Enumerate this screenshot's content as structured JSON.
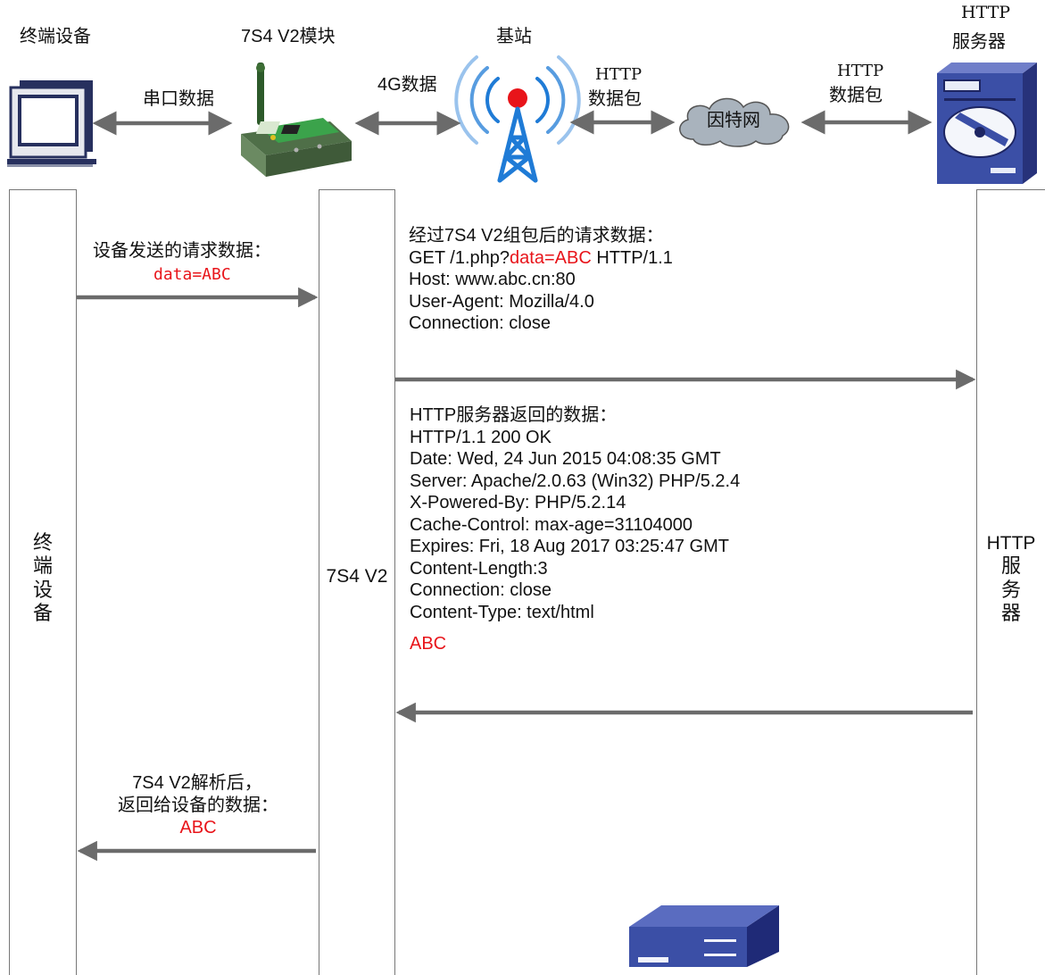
{
  "top": {
    "terminal_label": "终端设备",
    "module_label": "7S4 V2模块",
    "base_station_label": "基站",
    "server_label_line1": "HTTP",
    "server_label_line2": "服务器",
    "serial_label": "串口数据",
    "lte_label": "4G数据",
    "http_pkt1_line1": "HTTP",
    "http_pkt1_line2": "数据包",
    "http_pkt2_line1": "HTTP",
    "http_pkt2_line2": "数据包",
    "internet_label": "因特网"
  },
  "lanes": {
    "terminal": [
      "终",
      "端",
      "设",
      "备"
    ],
    "module": "7S4 V2",
    "server": [
      "HTTP",
      "服",
      "务",
      "器"
    ]
  },
  "device_request": {
    "title": "设备发送的请求数据：",
    "value": "data=ABC"
  },
  "packed_request": {
    "title": "经过7S4 V2组包后的请求数据：",
    "get_prefix": "GET /1.php?",
    "get_param": "data=ABC",
    "get_suffix": " HTTP/1.1",
    "lines": [
      "Host: www.abc.cn:80",
      "User-Agent: Mozilla/4.0",
      "Connection: close"
    ]
  },
  "server_response": {
    "title": "HTTP服务器返回的数据：",
    "lines": [
      "HTTP/1.1 200 OK",
      "Date: Wed, 24 Jun 2015 04:08:35 GMT",
      "Server: Apache/2.0.63 (Win32) PHP/5.2.4",
      "X-Powered-By: PHP/5.2.14",
      "Cache-Control: max-age=31104000",
      "Expires: Fri, 18 Aug 2017 03:25:47 GMT",
      "Content-Length:3",
      "Connection: close",
      "Content-Type: text/html"
    ],
    "body": "ABC"
  },
  "parsed_return": {
    "line1": "7S4 V2解析后，",
    "line2": "返回给设备的数据：",
    "value": "ABC"
  },
  "colors": {
    "arrow": "#6b6b6b",
    "highlight": "#e8141a",
    "signal_blue": "#1f7bd6",
    "server_blue": "#3b4fa6",
    "cloud_fill": "#a9b3bd"
  }
}
